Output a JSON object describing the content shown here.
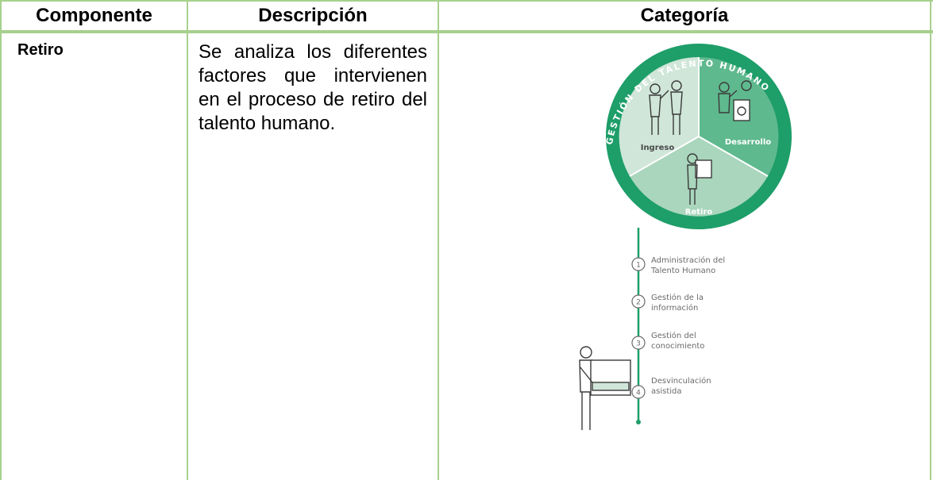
{
  "headers": {
    "col1": "Componente",
    "col2": "Descripción",
    "col3": "Categoría"
  },
  "row": {
    "component": "Retiro",
    "description": "Se analiza los diferentes factores que intervienen en el proceso de retiro del talento humano."
  },
  "figure": {
    "ring_title": "GESTIÓN DEL TALENTO HUMANO",
    "segments": [
      "Ingreso",
      "Desarrollo",
      "Retiro"
    ],
    "steps": [
      {
        "num": "1",
        "text": "Administración del\nTalento Humano"
      },
      {
        "num": "2",
        "text": "Gestión de la\ninformación"
      },
      {
        "num": "3",
        "text": "Gestión del\nconocimiento"
      },
      {
        "num": "4",
        "text": "Desvinculación\nasistida"
      }
    ]
  },
  "colors": {
    "border": "#a8d08d",
    "ring": "#1e9e69",
    "segment_light": "#cfe6d8",
    "segment_mid": "#a9d6bc",
    "segment_dark": "#5fb98e"
  }
}
